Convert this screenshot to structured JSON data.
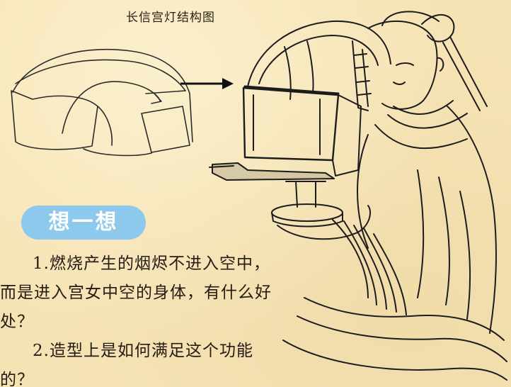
{
  "figure": {
    "title": "长信宫灯结构图"
  },
  "section": {
    "badge_label": "想一想"
  },
  "questions": [
    "1.燃烧产生的烟烬不进入空中，而是进入宫女中空的身体，有什么好处？",
    "2.造型上是如何满足这个功能的？"
  ],
  "colors": {
    "page_background": "#f6e3b4",
    "badge_background": "#8cc9ec",
    "line_art": "#1c1c1c"
  }
}
